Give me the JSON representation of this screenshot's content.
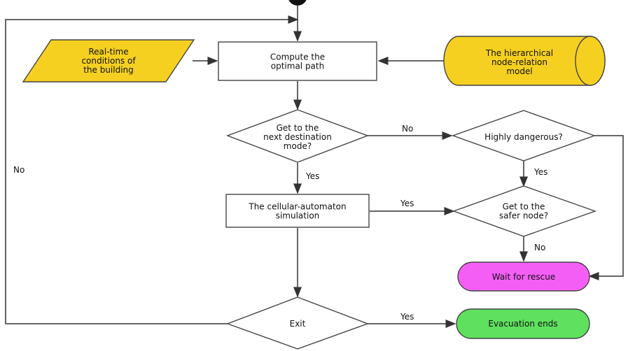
{
  "nodes": {
    "realtime": {
      "lines": [
        "Real-time",
        "conditions of",
        "the building"
      ],
      "fill": "#f5d020"
    },
    "compute": {
      "lines": [
        "Compute the",
        "optimal path"
      ]
    },
    "model": {
      "lines": [
        "The hierarchical",
        "node-relation",
        "model"
      ],
      "fill": "#f5d020"
    },
    "get_next": {
      "lines": [
        "Get to the",
        "next destination",
        "mode?"
      ]
    },
    "danger": {
      "lines": [
        "Highly dangerous?"
      ]
    },
    "ca_sim": {
      "lines": [
        "The cellular-automaton",
        "simulation"
      ]
    },
    "safer": {
      "lines": [
        "Get to the",
        "safer node?"
      ]
    },
    "wait": {
      "lines": [
        "Wait for rescue"
      ],
      "fill": "#f55ef5"
    },
    "exit": {
      "lines": [
        "Exit"
      ]
    },
    "end": {
      "lines": [
        "Evacuation ends"
      ],
      "fill": "#5fe05f"
    }
  },
  "edge_labels": {
    "no_danger": "No",
    "yes_down": "Yes",
    "yes_danger_down": "Yes",
    "yes_safer": "Yes",
    "no_safer": "No",
    "loop_no": "No",
    "yes_end": "Yes"
  },
  "colors": {
    "line": "#333333",
    "border": "#444444",
    "text": "#111111"
  }
}
